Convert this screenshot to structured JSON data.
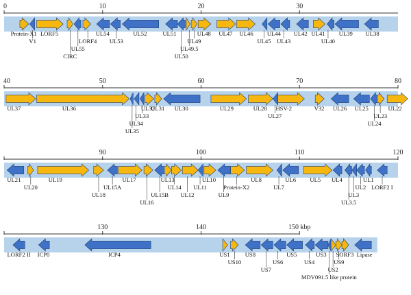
{
  "colors": {
    "band": "#b7d3ec",
    "axis": "#333333",
    "forward_gene": "#f7b70f",
    "reverse_gene": "#3f72c6",
    "outline": "#1d3f78",
    "leader": "#333333"
  },
  "rows": [
    {
      "id": "row-1",
      "range": [
        0,
        40
      ],
      "ticks": [
        {
          "value": 0,
          "label": "0"
        },
        {
          "value": 10,
          "label": "10"
        },
        {
          "value": 20,
          "label": "20"
        },
        {
          "value": 30,
          "label": "30"
        }
      ],
      "genes": [
        {
          "name": "Protein-X1",
          "start": 1.6,
          "end": 2.5,
          "strand": "+"
        },
        {
          "name": "V1",
          "start": 2.6,
          "end": 3.1,
          "strand": "-"
        },
        {
          "name": "LORF5",
          "start": 3.3,
          "end": 6.0,
          "strand": "+"
        },
        {
          "name": "CIRC",
          "start": 6.4,
          "end": 7.0,
          "strand": "+"
        },
        {
          "name": "UL55",
          "start": 7.1,
          "end": 7.8,
          "strand": "-"
        },
        {
          "name": "LORF4",
          "start": 8.0,
          "end": 8.8,
          "strand": "+"
        },
        {
          "name": "UL54",
          "start": 9.4,
          "end": 10.7,
          "strand": "-"
        },
        {
          "name": "UL53",
          "start": 10.8,
          "end": 11.8,
          "strand": "-"
        },
        {
          "name": "UL52",
          "start": 12.0,
          "end": 15.7,
          "strand": "-"
        },
        {
          "name": "UL51",
          "start": 16.4,
          "end": 17.6,
          "strand": "-"
        },
        {
          "name": "UL50",
          "start": 17.6,
          "end": 18.4,
          "strand": "-"
        },
        {
          "name": "UL49.5",
          "start": 18.5,
          "end": 18.9,
          "strand": "+"
        },
        {
          "name": "UL49",
          "start": 19.0,
          "end": 19.6,
          "strand": "+"
        },
        {
          "name": "UL48",
          "start": 19.7,
          "end": 21.0,
          "strand": "+"
        },
        {
          "name": "UL47",
          "start": 21.6,
          "end": 23.5,
          "strand": "+"
        },
        {
          "name": "UL46",
          "start": 23.6,
          "end": 25.5,
          "strand": "+"
        },
        {
          "name": "UL45",
          "start": 26.2,
          "end": 26.7,
          "strand": "-"
        },
        {
          "name": "UL44",
          "start": 26.8,
          "end": 28.0,
          "strand": "-"
        },
        {
          "name": "UL43",
          "start": 28.1,
          "end": 29.0,
          "strand": "-"
        },
        {
          "name": "UL42",
          "start": 29.7,
          "end": 30.9,
          "strand": "-"
        },
        {
          "name": "UL41",
          "start": 31.4,
          "end": 32.6,
          "strand": "+"
        },
        {
          "name": "UL40",
          "start": 32.8,
          "end": 33.5,
          "strand": "-"
        },
        {
          "name": "UL39",
          "start": 33.6,
          "end": 36.0,
          "strand": "-"
        },
        {
          "name": "UL38",
          "start": 36.6,
          "end": 38.0,
          "strand": "-"
        }
      ]
    },
    {
      "id": "row-2",
      "range": [
        40,
        80
      ],
      "ticks": [
        {
          "value": 40,
          "label": "40"
        },
        {
          "value": 50,
          "label": "50"
        },
        {
          "value": 60,
          "label": "60"
        },
        {
          "value": 70,
          "label": "70"
        },
        {
          "value": 80,
          "label": "80"
        }
      ],
      "genes": [
        {
          "name": "UL37",
          "start": 40.2,
          "end": 43.2,
          "strand": "+"
        },
        {
          "name": "UL36",
          "start": 43.3,
          "end": 52.7,
          "strand": "+"
        },
        {
          "name": "UL35",
          "start": 52.8,
          "end": 53.1,
          "strand": "-"
        },
        {
          "name": "UL34",
          "start": 53.2,
          "end": 53.7,
          "strand": "-"
        },
        {
          "name": "UL33",
          "start": 53.8,
          "end": 54.2,
          "strand": "-"
        },
        {
          "name": "UL32",
          "start": 54.3,
          "end": 55.2,
          "strand": "+"
        },
        {
          "name": "UL31",
          "start": 55.3,
          "end": 56.0,
          "strand": "+"
        },
        {
          "name": "UL30",
          "start": 56.2,
          "end": 59.9,
          "strand": "-"
        },
        {
          "name": "UL29",
          "start": 61.0,
          "end": 64.6,
          "strand": "+"
        },
        {
          "name": "UL28",
          "start": 64.8,
          "end": 67.3,
          "strand": "+"
        },
        {
          "name": "UL27",
          "start": 67.3,
          "end": 67.8,
          "strand": "-"
        },
        {
          "name": "HSV-2",
          "start": 67.8,
          "end": 70.5,
          "strand": "+"
        },
        {
          "name": "V32",
          "start": 71.6,
          "end": 72.5,
          "strand": "+"
        },
        {
          "name": "UL26",
          "start": 73.2,
          "end": 75.0,
          "strand": "-"
        },
        {
          "name": "UL25",
          "start": 75.5,
          "end": 77.1,
          "strand": "-"
        },
        {
          "name": "UL24",
          "start": 77.2,
          "end": 77.9,
          "strand": "-"
        },
        {
          "name": "UL23",
          "start": 77.9,
          "end": 78.6,
          "strand": "+"
        },
        {
          "name": "UL22",
          "start": 78.9,
          "end": 81.0,
          "strand": "+"
        }
      ]
    },
    {
      "id": "row-3",
      "range": [
        80,
        120
      ],
      "ticks": [
        {
          "value": 90,
          "label": "90"
        },
        {
          "value": 100,
          "label": "100"
        },
        {
          "value": 110,
          "label": "110"
        },
        {
          "value": 120,
          "label": "120"
        }
      ],
      "genes": [
        {
          "name": "UL21",
          "start": 80.3,
          "end": 82.0,
          "strand": "-"
        },
        {
          "name": "UL20",
          "start": 82.4,
          "end": 83.0,
          "strand": "+"
        },
        {
          "name": "UL19",
          "start": 83.4,
          "end": 88.6,
          "strand": "+"
        },
        {
          "name": "UL18",
          "start": 89.1,
          "end": 90.1,
          "strand": "+"
        },
        {
          "name": "UL15A",
          "start": 90.5,
          "end": 91.5,
          "strand": "-"
        },
        {
          "name": "UL17",
          "start": 91.6,
          "end": 94.0,
          "strand": "+"
        },
        {
          "name": "UL16",
          "start": 94.2,
          "end": 95.1,
          "strand": "+"
        },
        {
          "name": "UL15B",
          "start": 95.3,
          "end": 96.2,
          "strand": "-"
        },
        {
          "name": "UL13",
          "start": 96.3,
          "end": 97.0,
          "strand": "+"
        },
        {
          "name": "UL14",
          "start": 97.0,
          "end": 98.0,
          "strand": "+"
        },
        {
          "name": "UL12",
          "start": 98.1,
          "end": 99.7,
          "strand": "+"
        },
        {
          "name": "UL11",
          "start": 99.7,
          "end": 100.2,
          "strand": "-"
        },
        {
          "name": "UL10",
          "start": 100.3,
          "end": 101.5,
          "strand": "+"
        },
        {
          "name": "UL9",
          "start": 101.7,
          "end": 103.0,
          "strand": "-"
        },
        {
          "name": "Protein-X2",
          "start": 103.0,
          "end": 104.4,
          "strand": "+"
        },
        {
          "name": "UL8",
          "start": 104.6,
          "end": 107.3,
          "strand": "+"
        },
        {
          "name": "UL7",
          "start": 107.7,
          "end": 108.2,
          "strand": "-"
        },
        {
          "name": "UL6",
          "start": 108.3,
          "end": 109.9,
          "strand": "-"
        },
        {
          "name": "UL5",
          "start": 110.4,
          "end": 113.3,
          "strand": "+"
        },
        {
          "name": "UL4",
          "start": 113.4,
          "end": 114.3,
          "strand": "-"
        },
        {
          "name": "UL3.5",
          "start": 114.6,
          "end": 115.3,
          "strand": "-"
        },
        {
          "name": "UL3",
          "start": 115.3,
          "end": 115.8,
          "strand": "-"
        },
        {
          "name": "UL2",
          "start": 115.8,
          "end": 116.6,
          "strand": "-"
        },
        {
          "name": "UL1",
          "start": 116.7,
          "end": 117.3,
          "strand": "-"
        },
        {
          "name": "LORF2 I",
          "start": 117.9,
          "end": 118.9,
          "strand": "-"
        }
      ]
    },
    {
      "id": "row-4",
      "range": [
        120,
        160
      ],
      "axis_end": 150,
      "ticks": [
        {
          "value": 130,
          "label": "130"
        },
        {
          "value": 140,
          "label": "140"
        },
        {
          "value": 150,
          "label": "150 kbp"
        }
      ],
      "genes": [
        {
          "name": "LORF2 II",
          "start": 120.9,
          "end": 122.1,
          "strand": "-"
        },
        {
          "name": "ICP0",
          "start": 123.5,
          "end": 124.6,
          "strand": "-"
        },
        {
          "name": "ICP4",
          "start": 128.2,
          "end": 134.9,
          "strand": "-"
        },
        {
          "name": "US1",
          "start": 142.2,
          "end": 142.7,
          "strand": "+"
        },
        {
          "name": "US10",
          "start": 143.0,
          "end": 143.8,
          "strand": "+"
        },
        {
          "name": "US8",
          "start": 144.5,
          "end": 146.0,
          "strand": "-"
        },
        {
          "name": "US7",
          "start": 146.1,
          "end": 147.3,
          "strand": "-"
        },
        {
          "name": "US6",
          "start": 147.4,
          "end": 148.6,
          "strand": "-"
        },
        {
          "name": "US5",
          "start": 148.7,
          "end": 150.3,
          "strand": "-"
        },
        {
          "name": "US4",
          "start": 150.6,
          "end": 151.5,
          "strand": "-"
        },
        {
          "name": "US3",
          "start": 151.6,
          "end": 152.9,
          "strand": "-"
        },
        {
          "name": "MDV091.5 like protein",
          "start": 152.9,
          "end": 153.2,
          "strand": "-"
        },
        {
          "name": "US2",
          "start": 153.2,
          "end": 153.7,
          "strand": "+"
        },
        {
          "name": "US9",
          "start": 153.7,
          "end": 154.3,
          "strand": "+"
        },
        {
          "name": "SORF3",
          "start": 154.3,
          "end": 155.0,
          "strand": "+"
        },
        {
          "name": "Lipase",
          "start": 155.6,
          "end": 157.3,
          "strand": "-"
        }
      ]
    }
  ],
  "labels": [
    {
      "row": 0,
      "text": "Protein-X1",
      "at": 2.0,
      "line": 0
    },
    {
      "row": 0,
      "text": "V1",
      "at": 2.9,
      "line": 1
    },
    {
      "row": 0,
      "text": "LORF5",
      "at": 4.6,
      "line": 0
    },
    {
      "row": 0,
      "text": "CIRC",
      "at": 6.7,
      "line": 3
    },
    {
      "row": 0,
      "text": "UL55",
      "at": 7.5,
      "line": 2
    },
    {
      "row": 0,
      "text": "LORF4",
      "at": 8.5,
      "line": 1
    },
    {
      "row": 0,
      "text": "UL54",
      "at": 10.0,
      "line": 0
    },
    {
      "row": 0,
      "text": "UL53",
      "at": 11.4,
      "line": 1
    },
    {
      "row": 0,
      "text": "UL52",
      "at": 13.8,
      "line": 0
    },
    {
      "row": 0,
      "text": "UL51",
      "at": 16.8,
      "line": 0
    },
    {
      "row": 0,
      "text": "UL50",
      "at": 18.0,
      "line": 3
    },
    {
      "row": 0,
      "text": "UL49.5",
      "at": 18.8,
      "line": 2
    },
    {
      "row": 0,
      "text": "UL49",
      "at": 19.3,
      "line": 1
    },
    {
      "row": 0,
      "text": "UL48",
      "at": 20.3,
      "line": 0
    },
    {
      "row": 0,
      "text": "UL47",
      "at": 22.5,
      "line": 0
    },
    {
      "row": 0,
      "text": "UL46",
      "at": 24.6,
      "line": 0
    },
    {
      "row": 0,
      "text": "UL45",
      "at": 26.4,
      "line": 1
    },
    {
      "row": 0,
      "text": "UL44",
      "at": 27.4,
      "line": 0
    },
    {
      "row": 0,
      "text": "UL43",
      "at": 28.4,
      "line": 1
    },
    {
      "row": 0,
      "text": "UL42",
      "at": 30.1,
      "line": 0
    },
    {
      "row": 0,
      "text": "UL41",
      "at": 31.9,
      "line": 0
    },
    {
      "row": 0,
      "text": "UL40",
      "at": 32.9,
      "line": 1
    },
    {
      "row": 0,
      "text": "UL39",
      "at": 34.7,
      "line": 0
    },
    {
      "row": 0,
      "text": "UL38",
      "at": 37.4,
      "line": 0
    },
    {
      "row": 1,
      "text": "UL37",
      "at": 41.0,
      "line": 0
    },
    {
      "row": 1,
      "text": "UL36",
      "at": 46.6,
      "line": 0
    },
    {
      "row": 1,
      "text": "UL35",
      "at": 53.0,
      "line": 3
    },
    {
      "row": 1,
      "text": "UL34",
      "at": 53.4,
      "line": 2
    },
    {
      "row": 1,
      "text": "UL33",
      "at": 54.0,
      "line": 1
    },
    {
      "row": 1,
      "text": "UL32",
      "at": 54.6,
      "line": 0
    },
    {
      "row": 1,
      "text": "UL31",
      "at": 55.6,
      "line": 0
    },
    {
      "row": 1,
      "text": "UL30",
      "at": 58.0,
      "line": 0
    },
    {
      "row": 1,
      "text": "UL29",
      "at": 62.6,
      "line": 0
    },
    {
      "row": 1,
      "text": "UL28",
      "at": 66.0,
      "line": 0
    },
    {
      "row": 1,
      "text": "UL27",
      "at": 67.5,
      "line": 1
    },
    {
      "row": 1,
      "text": "HSV-2",
      "at": 68.4,
      "line": 0
    },
    {
      "row": 1,
      "text": "V32",
      "at": 72.0,
      "line": 0
    },
    {
      "row": 1,
      "text": "UL26",
      "at": 74.1,
      "line": 0
    },
    {
      "row": 1,
      "text": "UL25",
      "at": 76.3,
      "line": 0
    },
    {
      "row": 1,
      "text": "UL24",
      "at": 77.6,
      "line": 2
    },
    {
      "row": 1,
      "text": "UL23",
      "at": 78.2,
      "line": 1
    },
    {
      "row": 1,
      "text": "UL22",
      "at": 79.7,
      "line": 0
    },
    {
      "row": 2,
      "text": "UL21",
      "at": 81.0,
      "line": 0
    },
    {
      "row": 2,
      "text": "UL20",
      "at": 82.7,
      "line": 1
    },
    {
      "row": 2,
      "text": "UL19",
      "at": 85.2,
      "line": 0
    },
    {
      "row": 2,
      "text": "UL18",
      "at": 89.6,
      "line": 2
    },
    {
      "row": 2,
      "text": "UL15A",
      "at": 91.0,
      "line": 1
    },
    {
      "row": 2,
      "text": "UL17",
      "at": 92.7,
      "line": 0
    },
    {
      "row": 2,
      "text": "UL16",
      "at": 94.5,
      "line": 3
    },
    {
      "row": 2,
      "text": "UL15B",
      "at": 95.8,
      "line": 2
    },
    {
      "row": 2,
      "text": "UL13",
      "at": 96.6,
      "line": 0
    },
    {
      "row": 2,
      "text": "UL14",
      "at": 97.3,
      "line": 1
    },
    {
      "row": 2,
      "text": "UL12",
      "at": 98.6,
      "line": 2
    },
    {
      "row": 2,
      "text": "UL11",
      "at": 99.9,
      "line": 1
    },
    {
      "row": 2,
      "text": "UL10",
      "at": 100.8,
      "line": 0
    },
    {
      "row": 2,
      "text": "UL9",
      "at": 102.3,
      "line": 2
    },
    {
      "row": 2,
      "text": "Protein-X2",
      "at": 103.6,
      "line": 1
    },
    {
      "row": 2,
      "text": "UL8",
      "at": 105.6,
      "line": 0
    },
    {
      "row": 2,
      "text": "UL7",
      "at": 107.9,
      "line": 1
    },
    {
      "row": 2,
      "text": "UL6",
      "at": 109.1,
      "line": 0
    },
    {
      "row": 2,
      "text": "UL5",
      "at": 111.6,
      "line": 0
    },
    {
      "row": 2,
      "text": "UL4",
      "at": 113.8,
      "line": 0
    },
    {
      "row": 2,
      "text": "UL3.5",
      "at": 115.0,
      "line": 3
    },
    {
      "row": 2,
      "text": "UL3",
      "at": 115.5,
      "line": 2
    },
    {
      "row": 2,
      "text": "UL2",
      "at": 116.2,
      "line": 1
    },
    {
      "row": 2,
      "text": "UL1",
      "at": 117.0,
      "line": 0
    },
    {
      "row": 2,
      "text": "LORF2 I",
      "at": 118.4,
      "line": 1
    },
    {
      "row": 3,
      "text": "LORF2 II",
      "at": 121.5,
      "line": 0
    },
    {
      "row": 3,
      "text": "ICP0",
      "at": 124.0,
      "line": 0
    },
    {
      "row": 3,
      "text": "ICP4",
      "at": 131.2,
      "line": 0
    },
    {
      "row": 3,
      "text": "US1",
      "at": 142.4,
      "line": 0
    },
    {
      "row": 3,
      "text": "US10",
      "at": 143.4,
      "line": 1
    },
    {
      "row": 3,
      "text": "US8",
      "at": 145.0,
      "line": 0
    },
    {
      "row": 3,
      "text": "US7",
      "at": 146.6,
      "line": 2
    },
    {
      "row": 3,
      "text": "US6",
      "at": 147.8,
      "line": 1
    },
    {
      "row": 3,
      "text": "US5",
      "at": 149.2,
      "line": 0
    },
    {
      "row": 3,
      "text": "US4",
      "at": 151.0,
      "line": 1
    },
    {
      "row": 3,
      "text": "US3",
      "at": 152.2,
      "line": 0
    },
    {
      "row": 3,
      "text": "MDV091.5 like protein",
      "at": 153.0,
      "line": 3
    },
    {
      "row": 3,
      "text": "US2",
      "at": 153.4,
      "line": 2
    },
    {
      "row": 3,
      "text": "US9",
      "at": 154.0,
      "line": 1
    },
    {
      "row": 3,
      "text": "SORF3",
      "at": 154.6,
      "line": 0
    },
    {
      "row": 3,
      "text": "Lipase",
      "at": 156.6,
      "line": 0
    }
  ]
}
